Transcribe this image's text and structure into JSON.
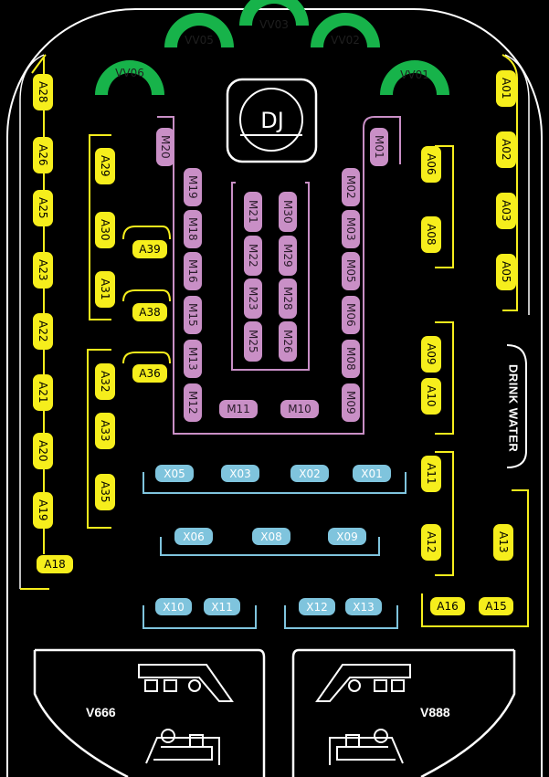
{
  "colors": {
    "background": "#000000",
    "outline": "#ffffff",
    "yellow_zone": "#f6ee1c",
    "magenta_zone": "#c98fc6",
    "blue_zone": "#7fc4dd",
    "green_zone": "#17b34a"
  },
  "stage": {
    "label": "DJ"
  },
  "drink_water": "DRINK WATER",
  "vip": {
    "left": "V666",
    "right": "V888"
  },
  "vv_booths": [
    "VV06",
    "VV05",
    "VV03",
    "VV02",
    "VV01"
  ],
  "a_left_outer": [
    "A28",
    "A26",
    "A25",
    "A23",
    "A22",
    "A21",
    "A20",
    "A19",
    "A18"
  ],
  "a_left_inner": [
    "A29",
    "A30",
    "A31",
    "A32",
    "A33",
    "A35"
  ],
  "a_left_small": [
    "A39",
    "A38",
    "A36"
  ],
  "a_right_outer": [
    "A01",
    "A02",
    "A03",
    "A05",
    "A13",
    "A15"
  ],
  "a_right_inner": [
    "A06",
    "A08",
    "A09",
    "A10",
    "A11",
    "A12",
    "A16"
  ],
  "m_left": [
    "M20",
    "M19",
    "M18",
    "M16",
    "M15",
    "M13",
    "M12"
  ],
  "m_right": [
    "M01",
    "M02",
    "M03",
    "M05",
    "M06",
    "M08",
    "M09"
  ],
  "m_bottom": [
    "M11",
    "M10"
  ],
  "m_center": [
    "M21",
    "M22",
    "M23",
    "M25",
    "M30",
    "M29",
    "M28",
    "M26"
  ],
  "x_row1": [
    "X05",
    "X03",
    "X02",
    "X01"
  ],
  "x_row2": [
    "X06",
    "X08",
    "X09"
  ],
  "x_row3": [
    "X10",
    "X11",
    "X12",
    "X13"
  ]
}
